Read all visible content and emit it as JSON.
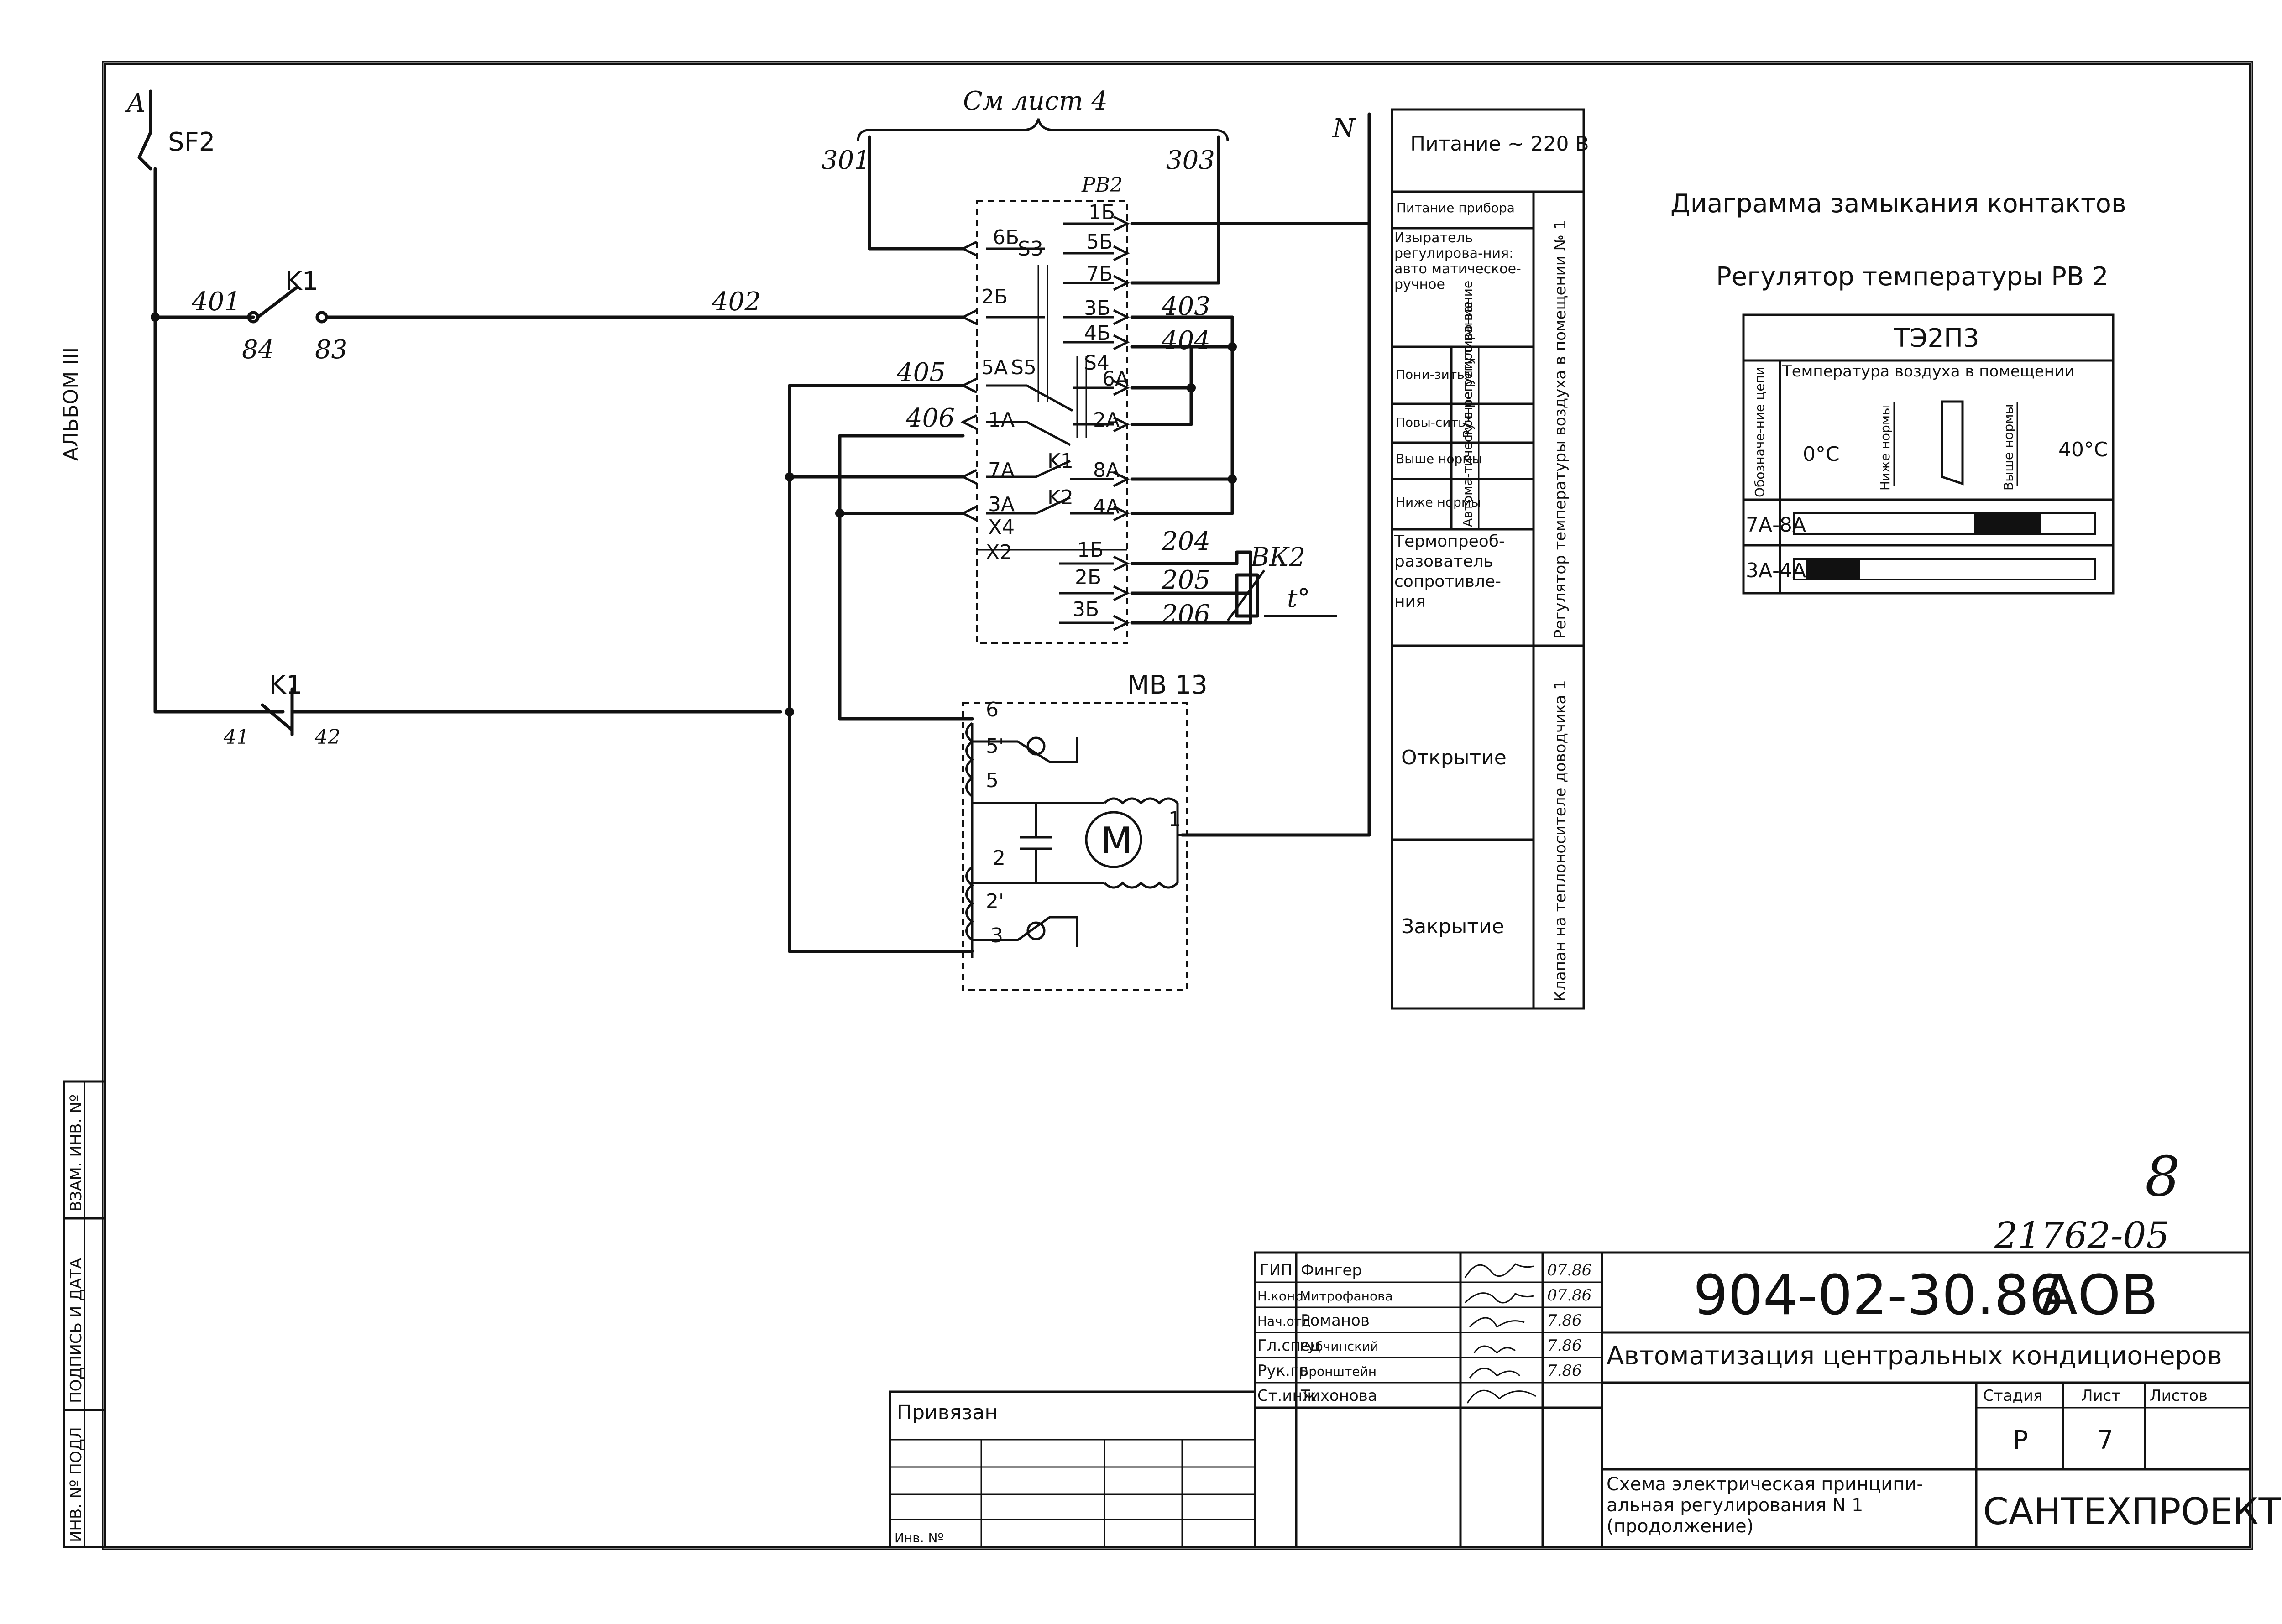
{
  "margin": {
    "album": "АЛЬБОМ III"
  },
  "left_strip": [
    "ИНВ. Nº ПОДЛ",
    "ПОДПИСЬ И ДАТА",
    "ВЗАМ. ИНВ. Nº"
  ],
  "schematic": {
    "phase": "A",
    "neutral": "N",
    "breaker": "SF2",
    "see_sheet": "См лист 4",
    "k1": "K1",
    "wires": {
      "w301": "301",
      "w303": "303",
      "w401": "401",
      "w402": "402",
      "w403": "403",
      "w404": "404",
      "w405": "405",
      "w406": "406",
      "w204": "204",
      "w205": "205",
      "w206": "206",
      "w41": "41",
      "w42": "42"
    },
    "terminals": {
      "t84": "84",
      "t83": "83"
    },
    "device_rv2": {
      "name": "РВ2",
      "pins_right": [
        "1Б",
        "5Б",
        "7Б",
        "3Б",
        "4Б"
      ],
      "pins_left": [
        "6Б",
        "2Б",
        "5А",
        "1А",
        "7А",
        "3А",
        "Х4"
      ],
      "pins_right_lower": [
        "6А",
        "2А",
        "8А",
        "4А"
      ],
      "switches": [
        "S3",
        "S5",
        "S4",
        "K1",
        "K2"
      ],
      "x2": "Х2",
      "x1_pins": [
        "1Б",
        "2Б",
        "3Б"
      ]
    },
    "sensor": {
      "name": "ВК2",
      "symbol": "t°"
    },
    "actuator": {
      "name": "МВ 13",
      "motor": "M",
      "pins": [
        "6",
        "5'",
        "5",
        "2",
        "2'",
        "3",
        "1"
      ]
    }
  },
  "legend_table": {
    "header": "Питание ~ 220 В",
    "rows": [
      "Питание прибора",
      "Изыратель регулирова-ния: авто матическое-ручное",
      "Пони-зить",
      "Повы-сить",
      "Выше нормы",
      "Ниже нормы",
      "Термопреоб-разователь сопротивле-ния",
      "Открытие",
      "Закрытие"
    ],
    "sub_ruchnoe": "Ручное регулиро вание",
    "sub_auto": "Автома-тическое регулиро вание",
    "group_regulator": "Регулятор температуры воздуха в помещении № 1",
    "group_valve": "Клапан на теплоносителе доводчика 1"
  },
  "contact_diagram": {
    "title": "Диаграмма замыкания контактов",
    "subtitle": "Регулятор температуры РВ 2",
    "table_title": "ТЭ2П3",
    "col_designation": "Обозначе-ние цепи",
    "header": "Температура воздуха в помещении",
    "scale": [
      "0°С",
      "Ниже нормы",
      "Выше нормы",
      "40°С"
    ],
    "rows": [
      {
        "label": "7А-8А",
        "closed_from": 0.6,
        "closed_to": 0.82
      },
      {
        "label": "3А-4А",
        "closed_from": 0.04,
        "closed_to": 0.22
      }
    ]
  },
  "title_block": {
    "sheet_number": "8",
    "archive_number": "21762-05",
    "document_code": "904-02-30.86",
    "document_suffix": "АОВ",
    "project_title": "Автоматизация центральных кондиционеров",
    "drawing_title": "Схема электрическая принципи-альная регулирования N 1 (продолжение)",
    "organization": "САНТЕХПРОЕКТ",
    "stage_label": "Стадия",
    "stage_value": "Р",
    "sheet_label": "Лист",
    "sheet_value": "7",
    "sheets_label": "Листов",
    "bound_label": "Привязан",
    "inv_label": "Инв. Nº",
    "signatures": [
      {
        "role": "ГИП",
        "name": "Фингер",
        "date": "07.86"
      },
      {
        "role": "Н.конр.",
        "name": "Митрофанова",
        "date": "07.86"
      },
      {
        "role": "Нач.отд",
        "name": "Романов",
        "date": "7.86"
      },
      {
        "role": "Гл.спец",
        "name": "Рубчинский",
        "date": "7.86"
      },
      {
        "role": "Рук.гр",
        "name": "Бронштейн",
        "date": "7.86"
      },
      {
        "role": "Ст.инж",
        "name": "Тихонова",
        "date": ""
      }
    ]
  }
}
